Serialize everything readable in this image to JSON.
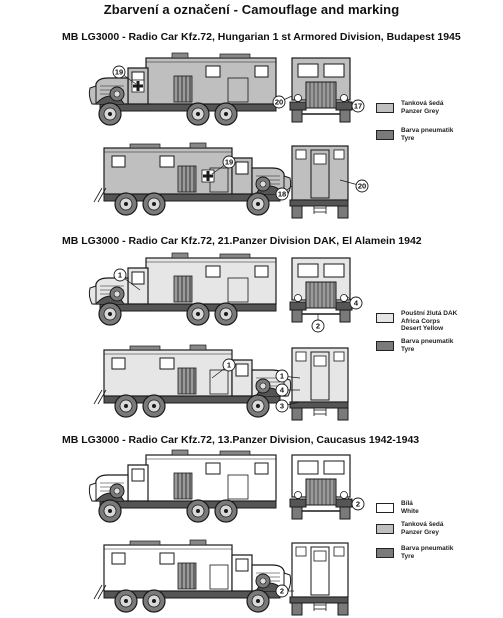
{
  "title": "Zbarvení a označení - Camouflage and marking",
  "sections": [
    {
      "heading": "MB LG3000 - Radio Car Kfz.72, Hungarian 1 st  Armored Division, Budapest 1945",
      "legend": [
        {
          "lines": [
            "Tanková šedá",
            "Panzer Grey"
          ],
          "color": "#bfbfbf"
        },
        {
          "lines": [
            "Barva pneumatik",
            "Tyre"
          ],
          "color": "#7a7a7a"
        }
      ],
      "callouts": [
        "19",
        "20",
        "17",
        "19",
        "18",
        "20"
      ]
    },
    {
      "heading": "MB LG3000 - Radio Car Kfz.72, 21.Panzer Division DAK, El Alamein 1942",
      "legend": [
        {
          "lines": [
            "Pouštní žlutá DAK",
            "Africa Corps",
            "Desert Yellow"
          ],
          "color": "#e6e6e6"
        },
        {
          "lines": [
            "Barva pneumatik",
            "Tyre"
          ],
          "color": "#7a7a7a"
        }
      ],
      "callouts": [
        "1",
        "4",
        "2",
        "1",
        "1",
        "4",
        "3"
      ]
    },
    {
      "heading": "MB LG3000 - Radio Car Kfz.72, 13.Panzer Division, Caucasus 1942-1943",
      "legend": [
        {
          "lines": [
            "Bílá",
            "White"
          ],
          "color": "#ffffff"
        },
        {
          "lines": [
            "Tanková šedá",
            "Panzer Grey"
          ],
          "color": "#bfbfbf"
        },
        {
          "lines": [
            "Barva pneumatik",
            "Tyre"
          ],
          "color": "#7a7a7a"
        }
      ],
      "callouts": [
        "2",
        "2"
      ]
    }
  ],
  "colors": {
    "panzer_grey": "#bfbfbf",
    "desert_yellow": "#e6e6e6",
    "white": "#ffffff",
    "tyre": "#7a7a7a",
    "outline": "#1a1a1a"
  }
}
